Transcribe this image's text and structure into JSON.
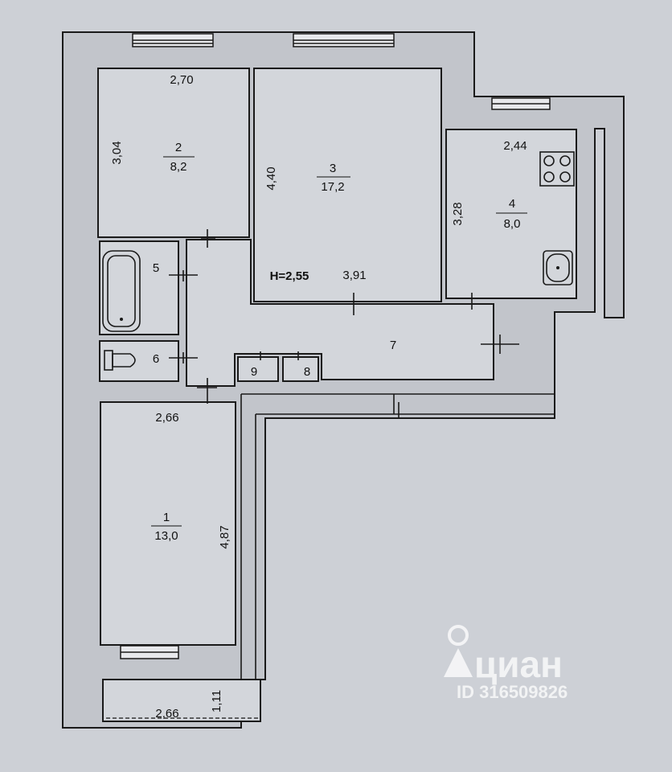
{
  "rooms": [
    {
      "number": "1",
      "area": "13,0",
      "width": "2,66",
      "length": "4,87"
    },
    {
      "number": "2",
      "area": "8,2",
      "width": "2,70",
      "length": "3,04"
    },
    {
      "number": "3",
      "area": "17,2",
      "width": "3,91",
      "length": "4,40"
    },
    {
      "number": "4",
      "area": "8,0",
      "width": "2,44",
      "length": "3,28"
    },
    {
      "number": "5"
    },
    {
      "number": "6"
    },
    {
      "number": "7"
    },
    {
      "number": "8"
    },
    {
      "number": "9"
    }
  ],
  "balcony": {
    "width": "2,66",
    "depth": "1,11"
  },
  "ceiling_height": "H=2,55",
  "watermark": {
    "brand": "циан",
    "id": "ID 316509826"
  }
}
